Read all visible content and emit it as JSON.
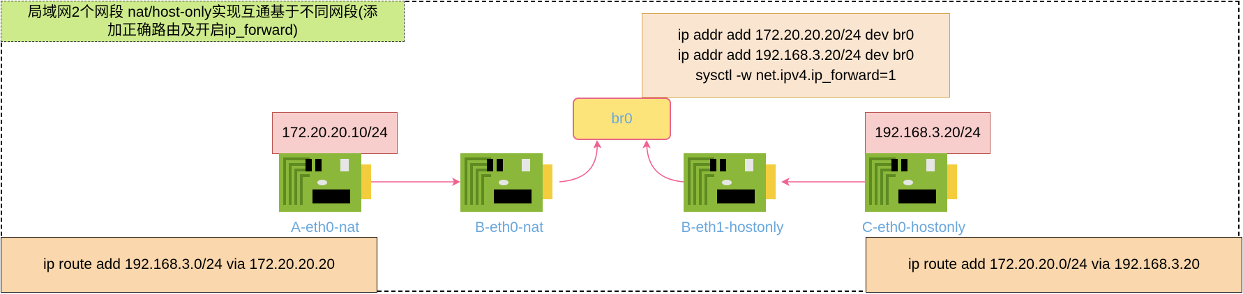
{
  "title": {
    "line1": "局域网2个网段 nat/host-only实现互通基于不同网段(添",
    "line2": "加正确路由及开启ip_forward)"
  },
  "commands": {
    "line1": "ip addr add 172.20.20.20/24 dev br0",
    "line2": "ip addr add 192.168.3.20/24 dev br0",
    "line3": "sysctl -w net.ipv4.ip_forward=1"
  },
  "bridge": {
    "label": "br0"
  },
  "ips": {
    "a": "172.20.20.10/24",
    "c": "192.168.3.20/24"
  },
  "nics": {
    "a_label": "A-eth0-nat",
    "b0_label": "B-eth0-nat",
    "b1_label": "B-eth1-hostonly",
    "c_label": "C-eth0-hostonly",
    "icon": "network-card-icon"
  },
  "routes": {
    "left": "ip route add 192.168.3.0/24 via 172.20.20.20",
    "right": "ip route add 172.20.20.0/24 via 192.168.3.20"
  },
  "colors": {
    "arrow": "#f06292",
    "label_text": "#6aa7dc",
    "nic_green": "#8bb83a"
  }
}
